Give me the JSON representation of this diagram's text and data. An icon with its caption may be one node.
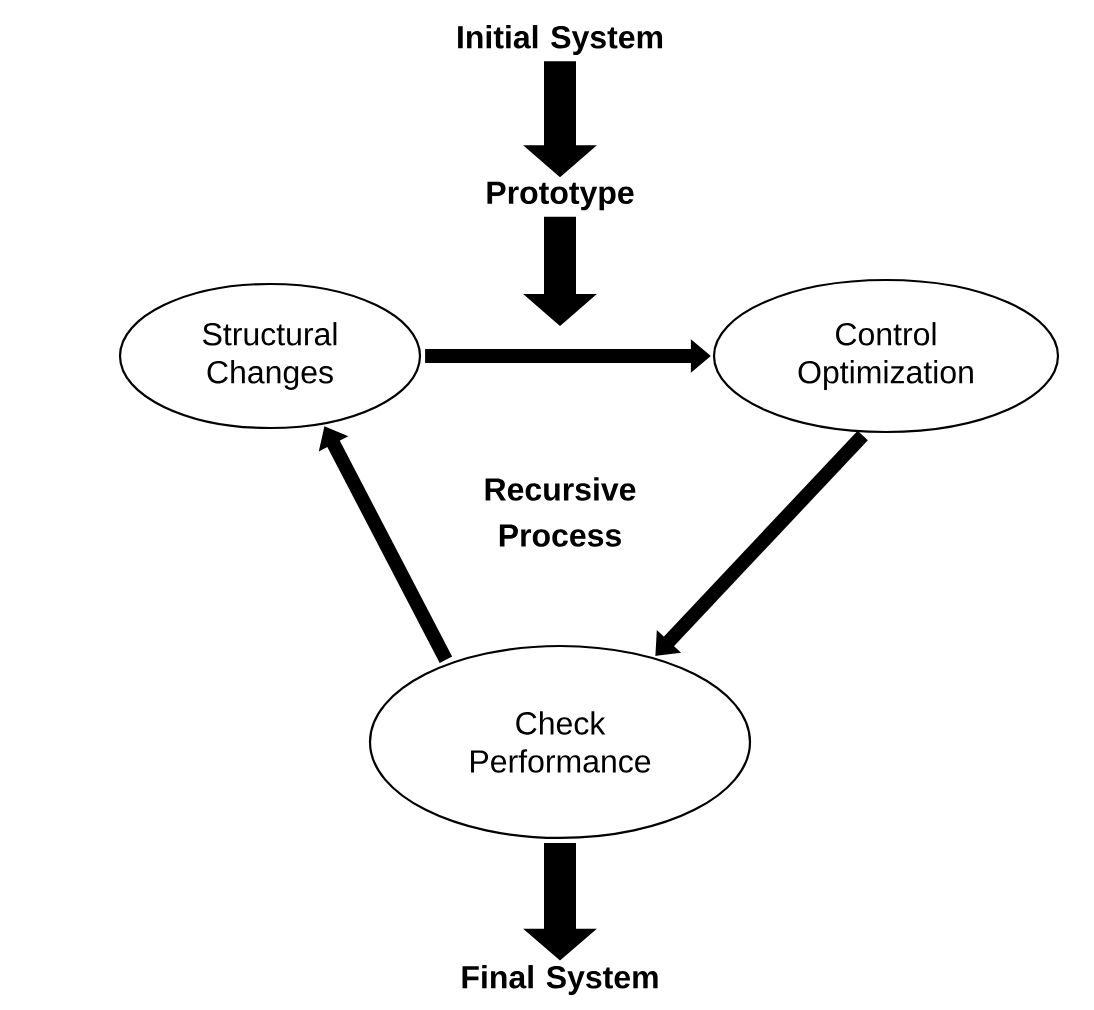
{
  "diagram": {
    "nodes": [
      {
        "text": [
          "Initial System"
        ]
      },
      {
        "text": [
          "Prototype"
        ]
      },
      {
        "text": [
          "Structural Changes"
        ]
      },
      {
        "text": [
          "Control Optimization"
        ]
      },
      {
        "text": [
          "Check Performance"
        ]
      },
      {
        "text": [
          "Final System"
        ]
      }
    ],
    "edges": [
      {
        "from": 0,
        "to": 1,
        "arrow": "to",
        "style": "thick"
      },
      {
        "from": 1,
        "to": null,
        "arrow": "to",
        "style": "thick"
      },
      {
        "from": 2,
        "to": 3,
        "arrow": "to"
      },
      {
        "from": 3,
        "to": 4,
        "arrow": "to"
      },
      {
        "from": 4,
        "to": 2,
        "arrow": "to"
      },
      {
        "from": 4,
        "to": 5,
        "arrow": "to",
        "style": "thick"
      }
    ],
    "labels": [
      "Recursive Process"
    ]
  }
}
